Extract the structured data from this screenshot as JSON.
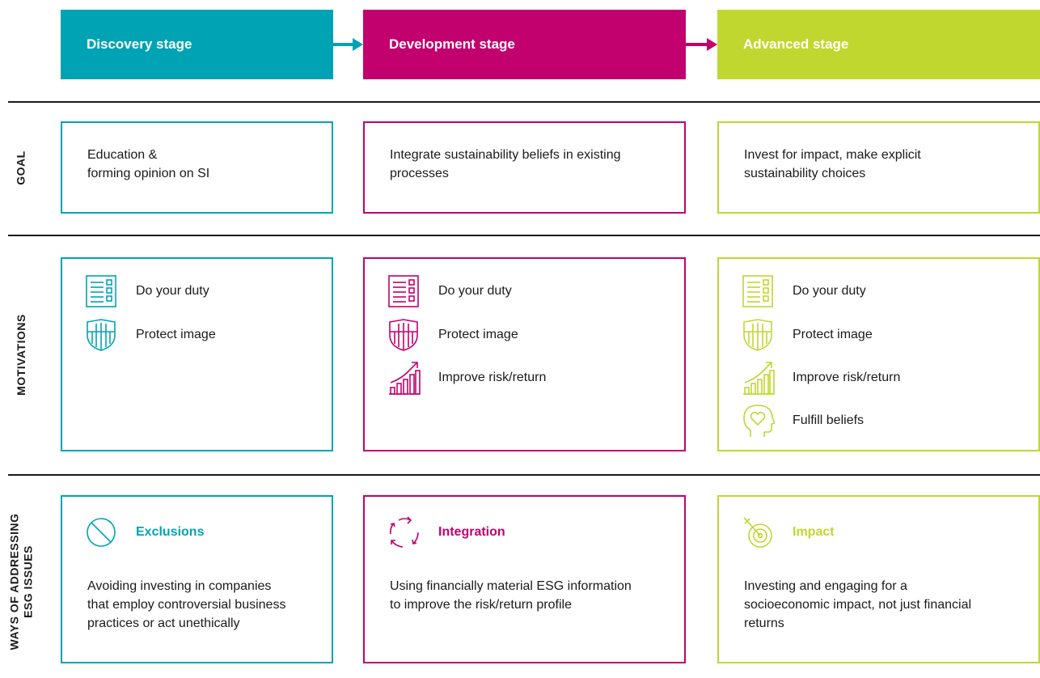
{
  "colors": {
    "discovery": "#00a3b4",
    "development": "#c2006e",
    "advanced": "#c0d72f",
    "text": "#1a1a1a"
  },
  "stages": [
    {
      "label": "Discovery stage"
    },
    {
      "label": "Development stage"
    },
    {
      "label": "Advanced stage"
    }
  ],
  "rows": {
    "goal": "GOAL",
    "motivations": "MOTIVATIONS",
    "ways_line1": "WAYS OF ADDRESSING",
    "ways_line2": "ESG ISSUES"
  },
  "goals": [
    {
      "line1": "Education &",
      "line2": "forming opinion on SI"
    },
    {
      "line1": "Integrate sustainability beliefs in existing",
      "line2": "processes"
    },
    {
      "line1": "Invest for impact, make explicit",
      "line2": "sustainability choices"
    }
  ],
  "motivations": [
    [
      {
        "icon": "checklist-icon",
        "label": "Do your duty"
      },
      {
        "icon": "shield-icon",
        "label": "Protect image"
      }
    ],
    [
      {
        "icon": "checklist-icon",
        "label": "Do your duty"
      },
      {
        "icon": "shield-icon",
        "label": "Protect image"
      },
      {
        "icon": "growth-chart-icon",
        "label": "Improve risk/return"
      }
    ],
    [
      {
        "icon": "checklist-icon",
        "label": "Do your duty"
      },
      {
        "icon": "shield-icon",
        "label": "Protect image"
      },
      {
        "icon": "growth-chart-icon",
        "label": "Improve risk/return"
      },
      {
        "icon": "head-heart-icon",
        "label": "Fulfill beliefs"
      }
    ]
  ],
  "ways": [
    {
      "icon": "prohibited-icon",
      "title": "Exclusions",
      "desc1": "Avoiding investing in companies",
      "desc2": "that employ controversial business",
      "desc3": "practices or act unethically"
    },
    {
      "icon": "cycle-arrows-icon",
      "title": "Integration",
      "desc1": "Using financially material ESG information",
      "desc2": "to improve the risk/return profile",
      "desc3": ""
    },
    {
      "icon": "target-icon",
      "title": "Impact",
      "desc1": "Investing and engaging for a",
      "desc2": "socioeconomic impact, not just financial",
      "desc3": "returns"
    }
  ]
}
